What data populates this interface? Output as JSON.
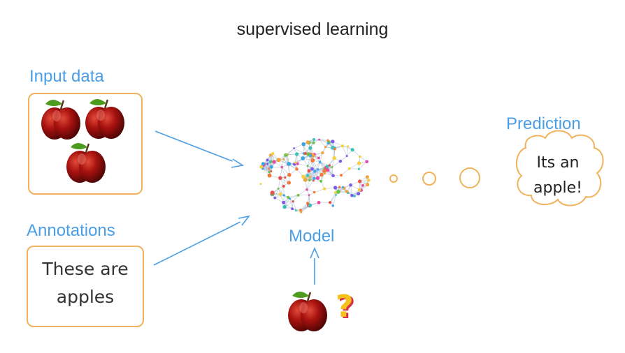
{
  "title": "supervised learning",
  "input_label": "Input data",
  "annotations_label": "Annotations",
  "annotation_text_line1": "These are",
  "annotation_text_line2": "apples",
  "model_label": "Model",
  "prediction_label": "Prediction",
  "prediction_text_line1": "Its an",
  "prediction_text_line2": "apple!",
  "query_symbol": "?",
  "colors": {
    "accent_blue": "#4a9ee6",
    "box_border": "#f2b25c",
    "apple_red": "#9b0d0d",
    "leaf_green": "#4c9a1e"
  },
  "icons": [
    "apple-icon",
    "brain-network-icon",
    "thought-bubble-icon",
    "question-mark-icon"
  ]
}
